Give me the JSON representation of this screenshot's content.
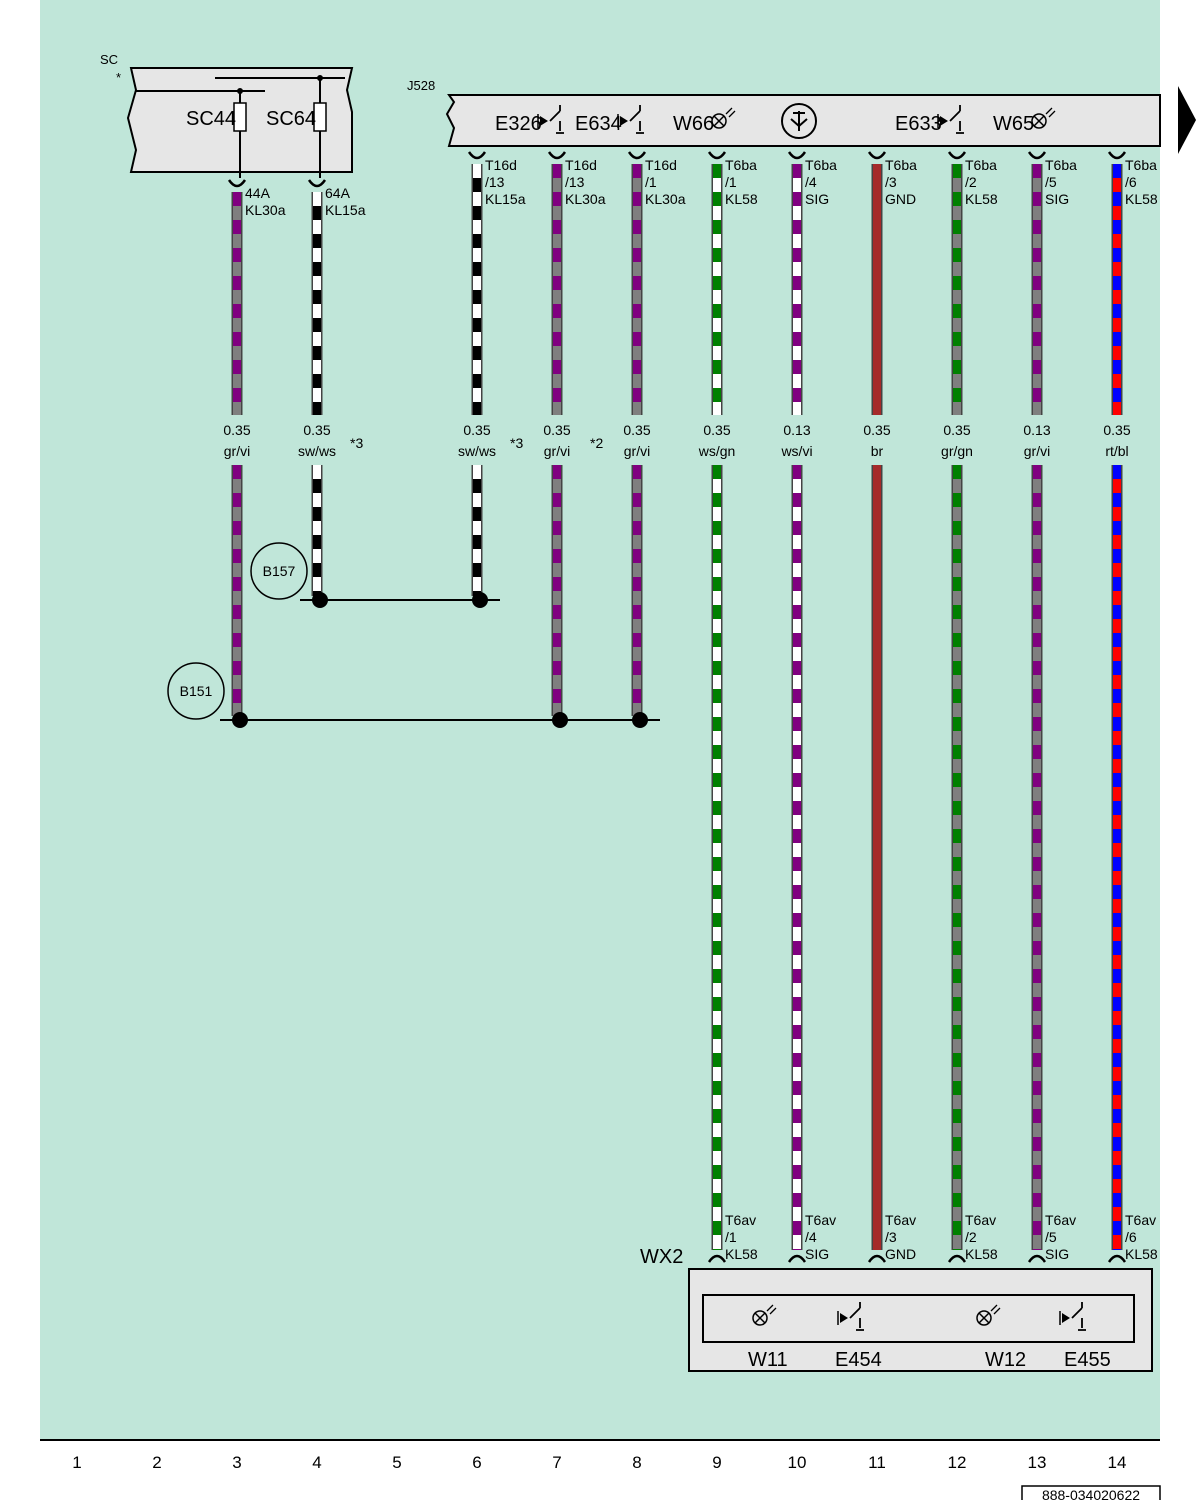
{
  "sc_module": {
    "label": "SC",
    "star": "*",
    "fuses": [
      {
        "id": "SC44"
      },
      {
        "id": "SC64"
      }
    ]
  },
  "j528": {
    "label": "J528",
    "components": [
      {
        "id": "E326"
      },
      {
        "id": "E634"
      },
      {
        "id": "W66"
      },
      {
        "id": "E633"
      },
      {
        "id": "W65"
      }
    ]
  },
  "wx2": {
    "label": "WX2",
    "components": [
      {
        "id": "W11"
      },
      {
        "id": "E454"
      },
      {
        "id": "W12"
      },
      {
        "id": "E455"
      }
    ]
  },
  "wires": [
    {
      "col": 3,
      "top": [
        "44A",
        "KL30a"
      ],
      "size": "0.35",
      "color": "gr/vi",
      "note": "",
      "bottom": []
    },
    {
      "col": 4,
      "top": [
        "64A",
        "KL15a"
      ],
      "size": "0.35",
      "color": "sw/ws",
      "note": "*3",
      "bottom": []
    },
    {
      "col": 6,
      "top": [
        "T16d",
        "/13",
        "KL15a"
      ],
      "size": "0.35",
      "color": "sw/ws",
      "note": "*3",
      "bottom": []
    },
    {
      "col": 7,
      "top": [
        "T16d",
        "/13",
        "KL30a"
      ],
      "size": "0.35",
      "color": "gr/vi",
      "note": "*2",
      "bottom": []
    },
    {
      "col": 8,
      "top": [
        "T16d",
        "/1",
        "KL30a"
      ],
      "size": "0.35",
      "color": "gr/vi",
      "note": "",
      "bottom": []
    },
    {
      "col": 9,
      "top": [
        "T6ba",
        "/1",
        "KL58"
      ],
      "size": "0.35",
      "color": "ws/gn",
      "note": "",
      "bottom": [
        "T6av",
        "/1",
        "KL58"
      ]
    },
    {
      "col": 10,
      "top": [
        "T6ba",
        "/4",
        "SIG"
      ],
      "size": "0.13",
      "color": "ws/vi",
      "note": "",
      "bottom": [
        "T6av",
        "/4",
        "SIG"
      ]
    },
    {
      "col": 11,
      "top": [
        "T6ba",
        "/3",
        "GND"
      ],
      "size": "0.35",
      "color": "br",
      "note": "",
      "bottom": [
        "T6av",
        "/3",
        "GND"
      ]
    },
    {
      "col": 12,
      "top": [
        "T6ba",
        "/2",
        "KL58"
      ],
      "size": "0.35",
      "color": "gr/gn",
      "note": "",
      "bottom": [
        "T6av",
        "/2",
        "KL58"
      ]
    },
    {
      "col": 13,
      "top": [
        "T6ba",
        "/5",
        "SIG"
      ],
      "size": "0.13",
      "color": "gr/vi",
      "note": "",
      "bottom": [
        "T6av",
        "/5",
        "SIG"
      ]
    },
    {
      "col": 14,
      "top": [
        "T6ba",
        "/6",
        "KL58"
      ],
      "size": "0.35",
      "color": "rt/bl",
      "note": "",
      "bottom": [
        "T6av",
        "/6",
        "KL58"
      ]
    }
  ],
  "splices": [
    {
      "id": "B157"
    },
    {
      "id": "B151"
    }
  ],
  "columns": [
    "1",
    "2",
    "3",
    "4",
    "5",
    "6",
    "7",
    "8",
    "9",
    "10",
    "11",
    "12",
    "13",
    "14"
  ],
  "footer_code": "888-034020622",
  "colors": {
    "background": "#c0e6d9",
    "module": "#e6e6e6",
    "gr": "#7f7f7f",
    "vi": "#800080",
    "sw": "#000000",
    "ws": "#ffffff",
    "gn": "#008000",
    "br": "#a52a2a",
    "rt": "#ff0000",
    "bl": "#0000ff"
  }
}
